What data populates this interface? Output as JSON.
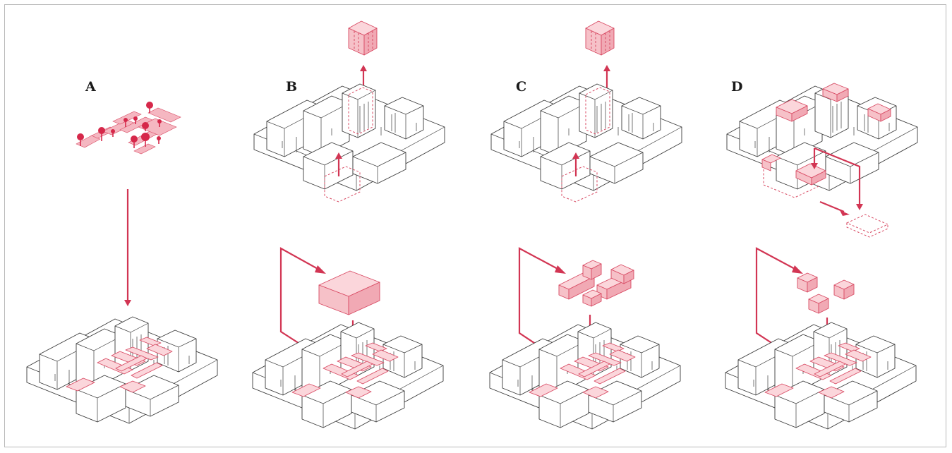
{
  "panels": [
    {
      "id": "A",
      "label": "A"
    },
    {
      "id": "B",
      "label": "B"
    },
    {
      "id": "C",
      "label": "C"
    },
    {
      "id": "D",
      "label": "D"
    }
  ],
  "colors": {
    "accent": "#d23553",
    "pink_fill": "#f6c1c8",
    "line": "#3a3a3a",
    "frame": "#b9b9b9"
  }
}
